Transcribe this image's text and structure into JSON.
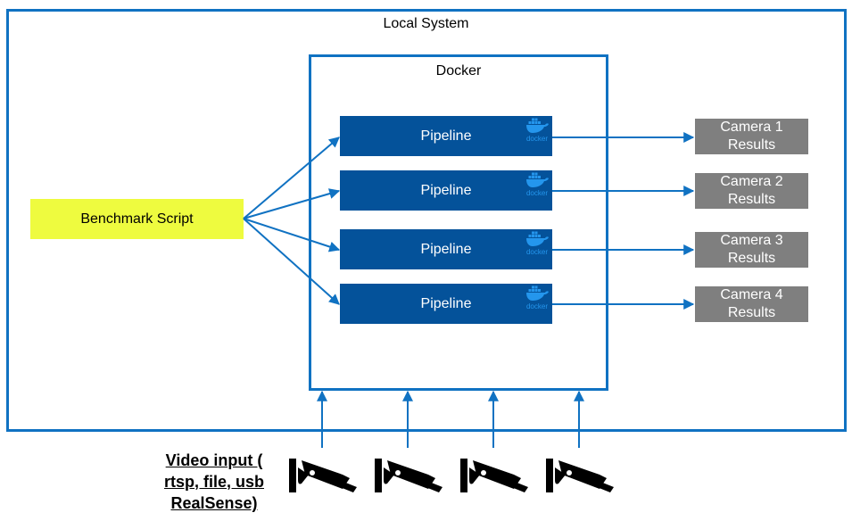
{
  "local_system": {
    "title": "Local System"
  },
  "docker": {
    "title": "Docker",
    "logo_text": "docker"
  },
  "benchmark": {
    "label": "Benchmark Script"
  },
  "pipelines": [
    {
      "label": "Pipeline"
    },
    {
      "label": "Pipeline"
    },
    {
      "label": "Pipeline"
    },
    {
      "label": "Pipeline"
    }
  ],
  "results": [
    {
      "line1": "Camera 1",
      "line2": "Results"
    },
    {
      "line1": "Camera 2",
      "line2": "Results"
    },
    {
      "line1": "Camera 3",
      "line2": "Results"
    },
    {
      "line1": "Camera 4",
      "line2": "Results"
    }
  ],
  "video_input": {
    "line1": "Video input (",
    "line2": "rtsp, file, usb",
    "line3": "RealSense)"
  },
  "icons": [
    "security-camera-icon",
    "docker-whale-icon"
  ],
  "colors": {
    "border_blue": "#1072c2",
    "pipeline_blue": "#04529a",
    "benchmark_yellow": "#eefb3f",
    "result_gray": "#7f7f7f",
    "docker_logo": "#2496ed"
  }
}
